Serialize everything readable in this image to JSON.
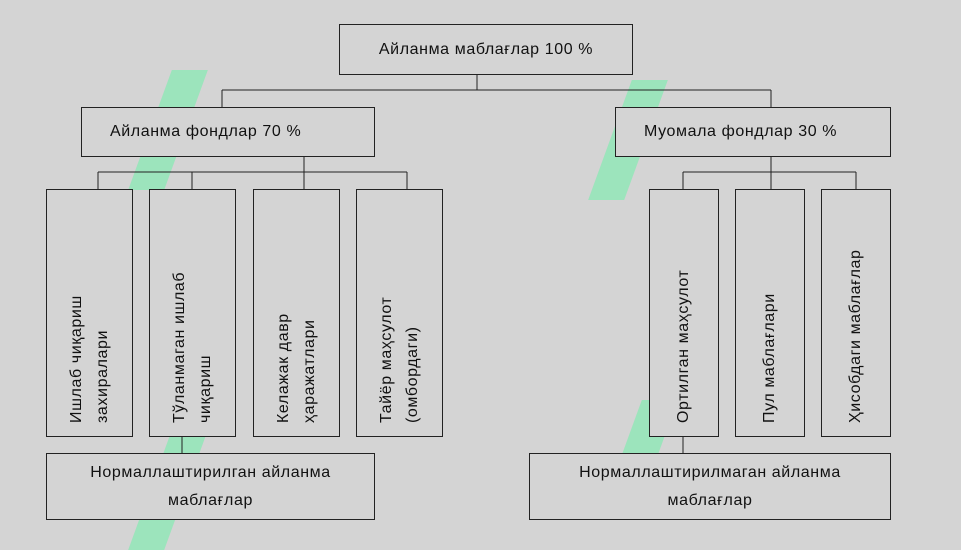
{
  "diagram": {
    "root": "Айланма маблағлар 100 %",
    "left_group": {
      "title": "Айланма фондлар 70 %",
      "items": [
        "Ишлаб чиқариш\nзахиралари",
        "Тўланмаган ишлаб\nчиқариш",
        "Келажак давр\nҳаражатлари",
        "Тайёр маҳсулот\n(омбордаги)"
      ],
      "bottom": "Нормаллаштирилган айланма\nмаблағлар"
    },
    "right_group": {
      "title": "Муомала фондлар 30 %",
      "items": [
        "Ортилган маҳсулот",
        "Пул маблағлари",
        "Ҳисобдаги маблағлар"
      ],
      "bottom": "Нормаллаштирилмаган айланма\nмаблағлар"
    }
  },
  "colors": {
    "background": "#d4d4d4",
    "border": "#222222",
    "watermark": "#ffffff"
  }
}
